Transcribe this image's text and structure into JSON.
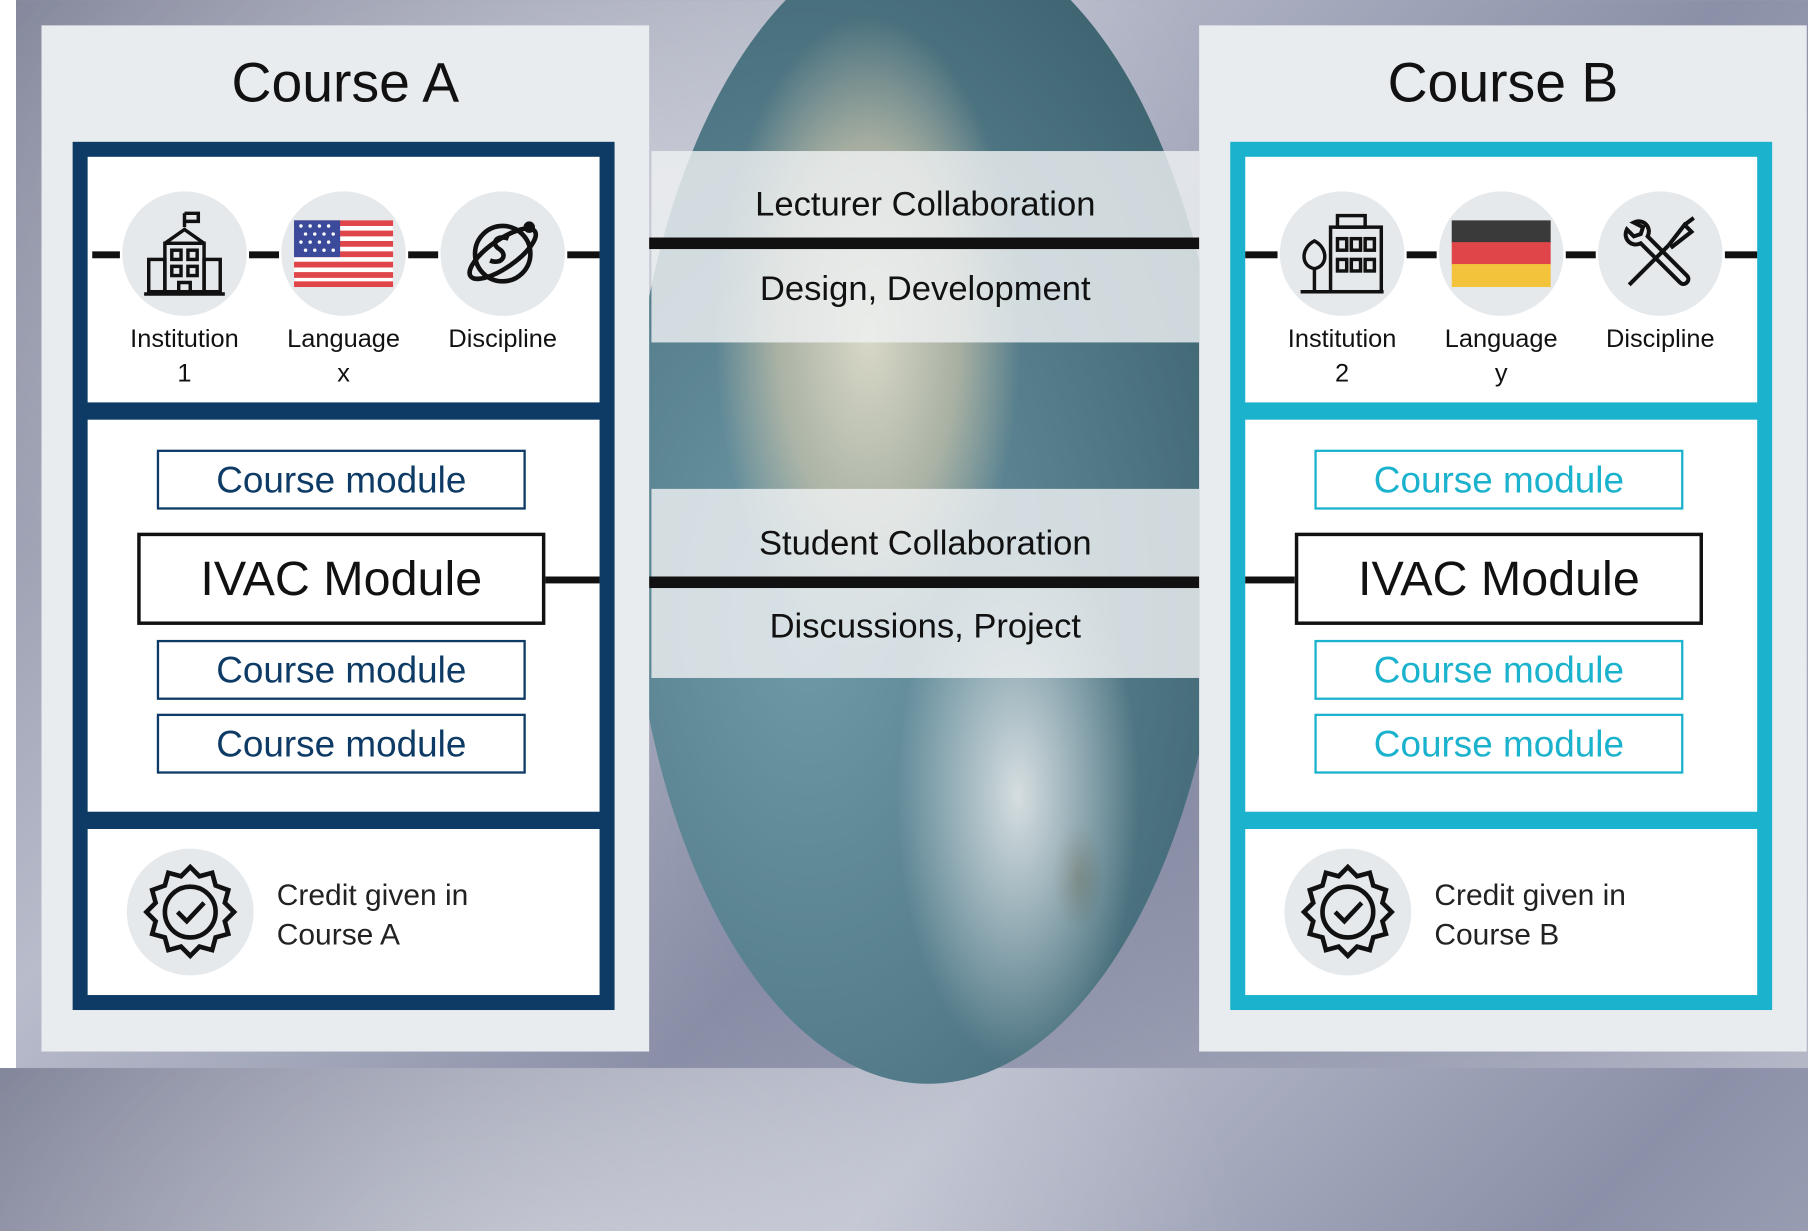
{
  "course_a": {
    "title": "Course A",
    "icons": [
      {
        "icon": "school-building-icon",
        "label_line1": "Institution",
        "label_line2": "1"
      },
      {
        "icon": "usa-flag-icon",
        "label_line1": "Language",
        "label_line2": "x"
      },
      {
        "icon": "globe-discipline-icon",
        "label_line1": "Discipline",
        "label_line2": ""
      }
    ],
    "module_top": "Course module",
    "ivac": "IVAC Module",
    "module_mid": "Course module",
    "module_bottom": "Course module",
    "credit_line1": "Credit given in",
    "credit_line2": "Course A"
  },
  "course_b": {
    "title": "Course B",
    "icons": [
      {
        "icon": "institution-tree-building-icon",
        "label_line1": "Institution",
        "label_line2": "2"
      },
      {
        "icon": "germany-flag-icon",
        "label_line1": "Language",
        "label_line2": "y"
      },
      {
        "icon": "tools-discipline-icon",
        "label_line1": "Discipline",
        "label_line2": ""
      }
    ],
    "module_top": "Course module",
    "ivac": "IVAC Module",
    "module_mid": "Course module",
    "module_bottom": "Course module",
    "credit_line1": "Credit given in",
    "credit_line2": "Course B"
  },
  "links": {
    "lecturer_title": "Lecturer Collaboration",
    "lecturer_sub": "Design, Development",
    "student_title": "Student Collaboration",
    "student_sub": "Discussions, Project"
  },
  "colors": {
    "course_a": "#0d3b66",
    "course_b": "#1bb2cd"
  }
}
